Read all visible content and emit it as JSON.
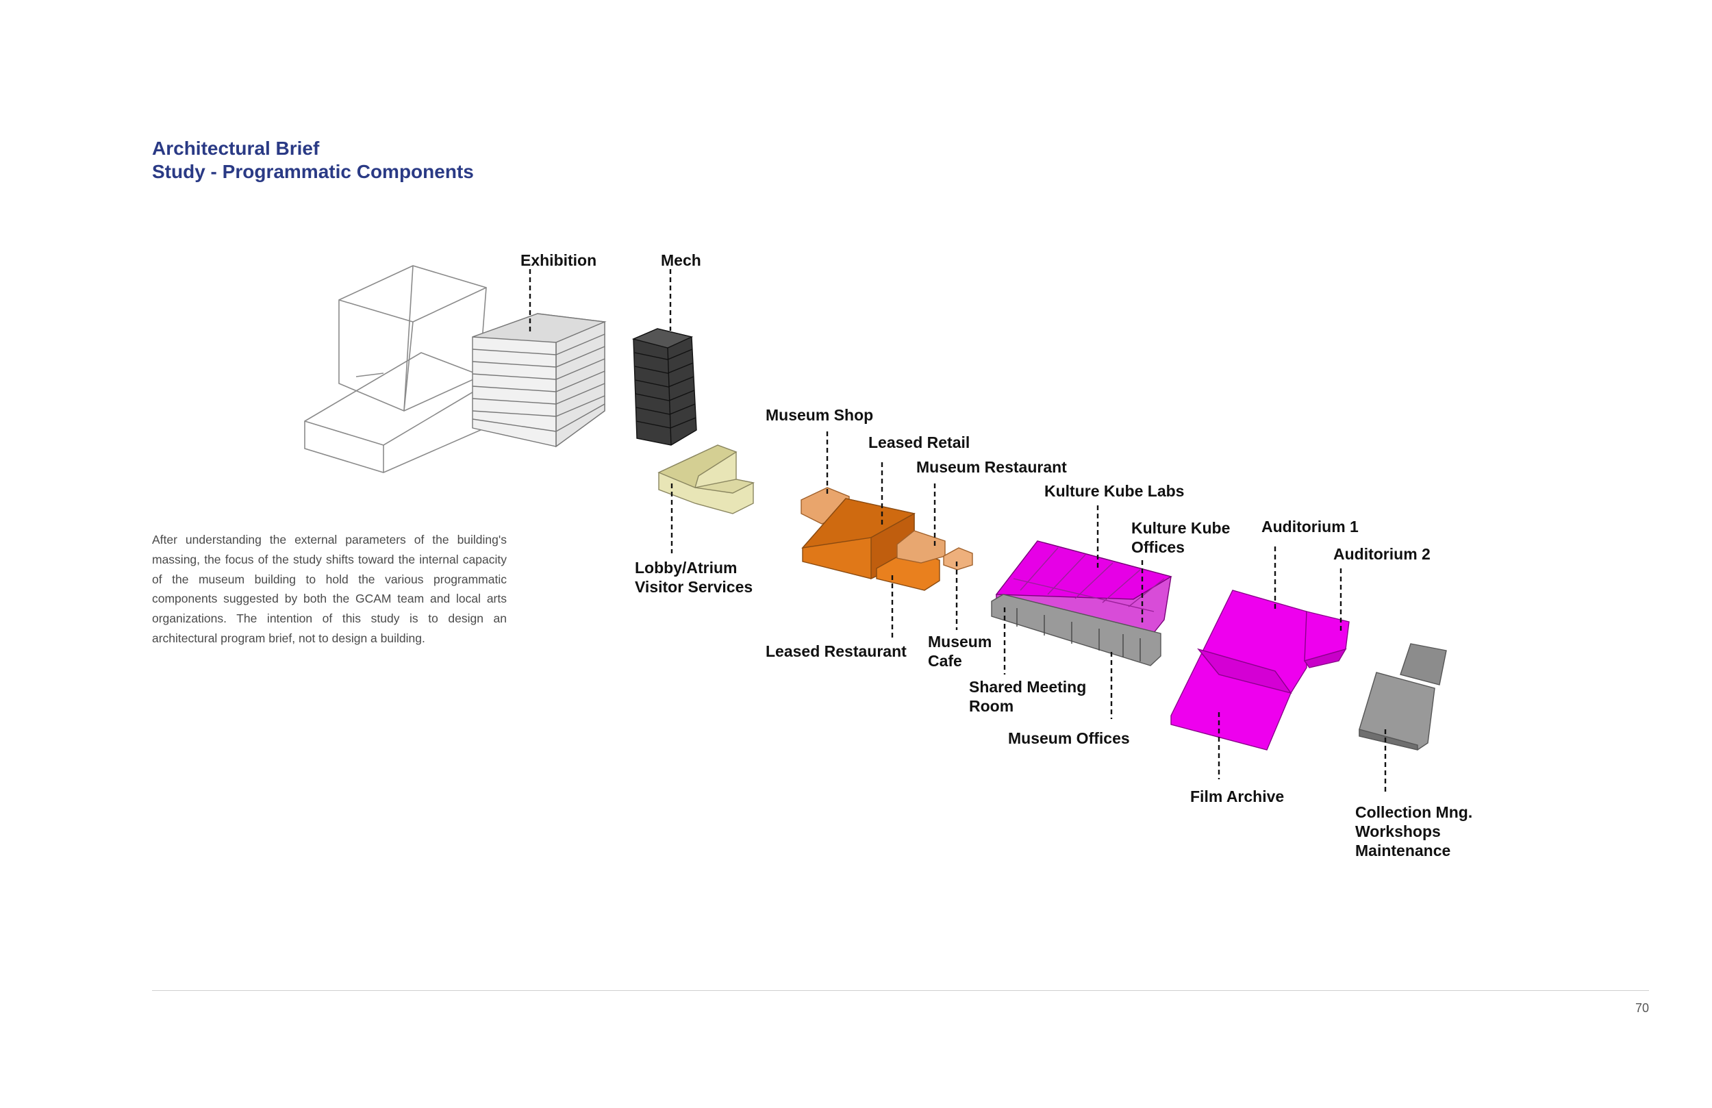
{
  "header": {
    "title_line1": "Architectural Brief",
    "title_line2": "Study - Programmatic Components"
  },
  "description": "After understanding the external parameters of the building's massing, the focus of the study shifts toward the internal capacity of the museum building to hold the various programmatic components suggested by both the GCAM team and local arts organizations. The intention of this study is to design an architectural program brief, not to design a building.",
  "labels": {
    "exhibition": "Exhibition",
    "mech": "Mech",
    "lobby": [
      "Lobby/Atrium",
      "Visitor Services"
    ],
    "museum_shop": "Museum Shop",
    "leased_retail": "Leased Retail",
    "museum_restaurant": "Museum Restaurant",
    "leased_restaurant": "Leased Restaurant",
    "museum_cafe": [
      "Museum",
      "Cafe"
    ],
    "kulture_kube_labs": "Kulture Kube Labs",
    "kulture_kube_offices": [
      "Kulture Kube",
      "Offices"
    ],
    "shared_meeting_room": [
      "Shared Meeting",
      "Room"
    ],
    "museum_offices": "Museum Offices",
    "auditorium_1": "Auditorium 1",
    "auditorium_2": "Auditorium 2",
    "film_archive": "Film Archive",
    "collection": [
      "Collection Mng.",
      "Workshops",
      "Maintenance"
    ]
  },
  "page_number": "70",
  "colors": {
    "title": "#2a3a85",
    "exhibition": "#e8e8e8",
    "mech": "#2b2b2b",
    "lobby": "#ddd9a0",
    "retail": "#e8a870",
    "restaurant": "#e07818",
    "kulture": "#dd00dd",
    "offices": "#8f8f8f",
    "auditorium": "#ee00ee"
  }
}
